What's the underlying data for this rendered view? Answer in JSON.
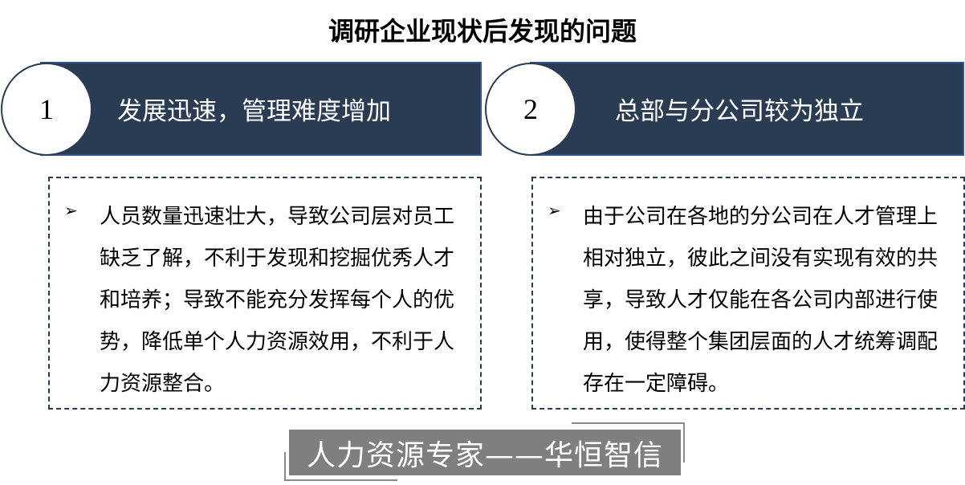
{
  "title": "调研企业现状后发现的问题",
  "problems": [
    {
      "number": "1",
      "heading": "发展迅速，管理难度增加",
      "bullet_icon": "arrow-bullet-icon",
      "text": "人员数量迅速壮大，导致公司层对员工缺乏了解，不利于发现和挖掘优秀人才和培养；导致不能充分发挥每个人的优势，降低单个人力资源效用，不利于人力资源整合。"
    },
    {
      "number": "2",
      "heading": "总部与分公司较为独立",
      "bullet_icon": "arrow-bullet-icon",
      "text": "由于公司在各地的分公司在人才管理上相对独立，彼此之间没有实现有效的共享，导致人才仅能在各公司内部进行使用，使得整个集团层面的人才统筹调配存在一定障碍。"
    }
  ],
  "footer": "人力资源专家——华恒智信",
  "colors": {
    "band": "#293c53",
    "footer": "#7f7f7f"
  }
}
